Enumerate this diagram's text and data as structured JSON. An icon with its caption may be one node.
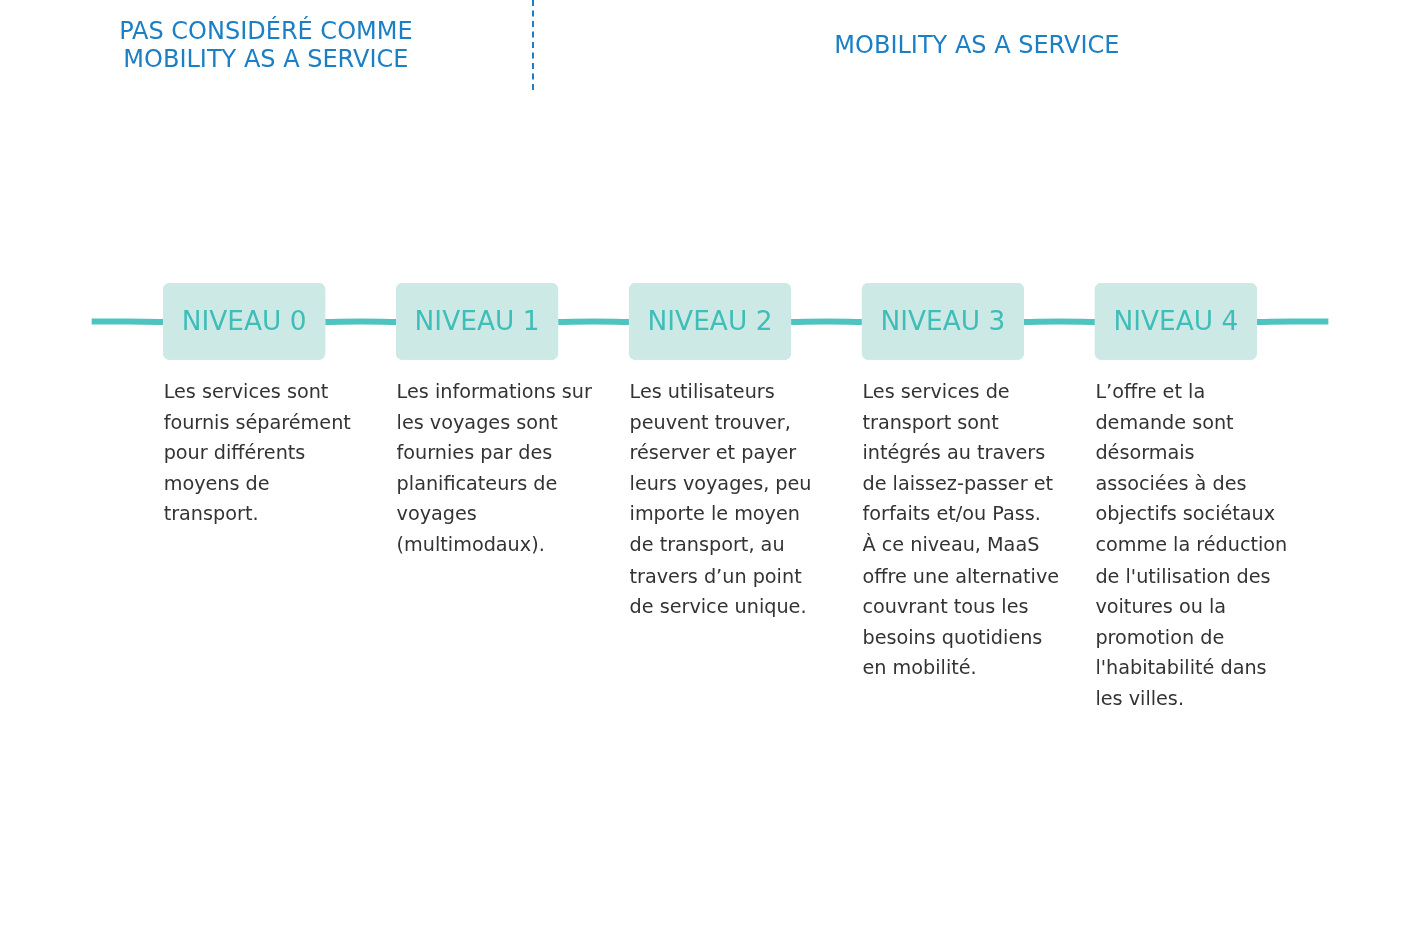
{
  "diagram": {
    "nodes": [
      {
        "text": [
          "NIVEAU 0"
        ],
        "beside": [
          "Les services sont fournis séparément pour différents moyens de transport."
        ]
      },
      {
        "text": [
          "NIVEAU 1"
        ],
        "beside": [
          "Les informations sur les voyages sont fournies par des planificateurs de voyages (multimodaux)."
        ]
      },
      {
        "text": [
          "NIVEAU 2"
        ],
        "beside": [
          "Les utilisateurs peuvent trouver, réserver et payer leurs voyages, peu importe le moyen de transport, au travers d’un point de service unique."
        ]
      },
      {
        "text": [
          "NIVEAU 3"
        ],
        "beside": [
          "Les services de transport sont intégrés au travers de laissez-passer et forfaits et/ou Pass. À ce niveau, MaaS offre une alternative couvrant tous les besoins quotidiens en mobilité."
        ]
      },
      {
        "text": [
          "NIVEAU 4"
        ],
        "beside": [
          "L’offre et la demande sont désormais associées à des objectifs sociétaux comme la réduction de l'utilisation des voitures ou la promotion de l'habitabilité dans les villes."
        ]
      }
    ],
    "edges": [
      {
        "from": null,
        "to": 0,
        "arrow": "none"
      },
      {
        "from": 0,
        "to": 1,
        "arrow": "none"
      },
      {
        "from": 1,
        "to": 2,
        "arrow": "none"
      },
      {
        "from": 2,
        "to": 3,
        "arrow": "none"
      },
      {
        "from": 3,
        "to": 4,
        "arrow": "none"
      },
      {
        "from": 4,
        "to": null,
        "arrow": "none"
      }
    ],
    "labels": [
      "PAS CONSIDÉRÉ COMME MOBILITY AS A SERVICE",
      "MOBILITY AS A SERVICE"
    ]
  }
}
